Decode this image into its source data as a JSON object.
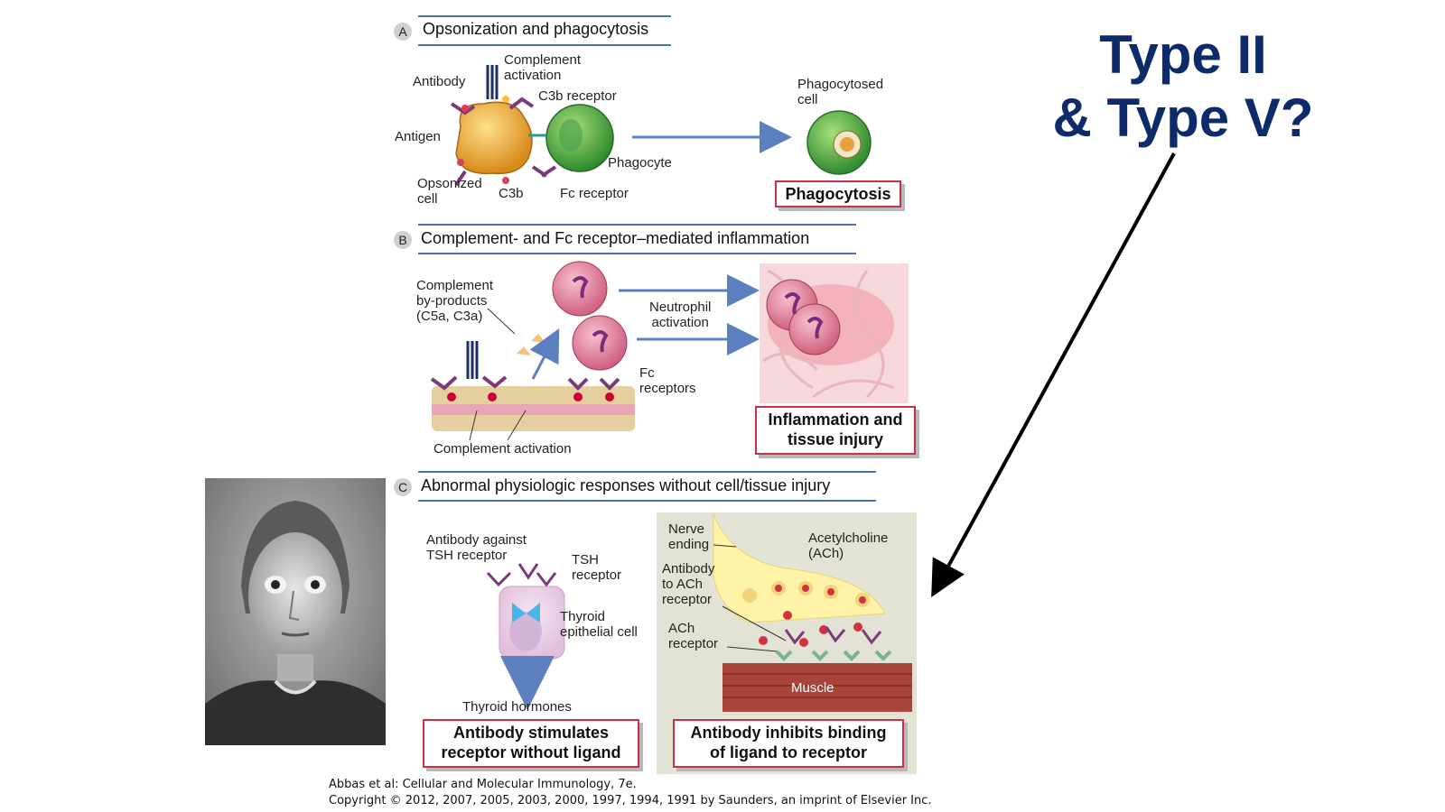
{
  "slide_title": {
    "line1": "Type II",
    "line2": "& Type V?"
  },
  "section_a": {
    "letter": "A",
    "title": "Opsonization and phagocytosis",
    "labels": {
      "complement_activation": "Complement\nactivation",
      "antibody": "Antibody",
      "c3b_receptor": "C3b receptor",
      "antigen": "Antigen",
      "phagocyte": "Phagocyte",
      "opsonized_cell": "Opsonized\ncell",
      "c3b": "C3b",
      "fc_receptor": "Fc receptor",
      "phagocytosed_cell": "Phagocytosed\ncell"
    },
    "result": "Phagocytosis"
  },
  "section_b": {
    "letter": "B",
    "title": "Complement- and Fc receptor–mediated inflammation",
    "labels": {
      "complement_byproducts": "Complement\nby-products\n(C5a, C3a)",
      "neutrophil_activation": "Neutrophil\nactivation",
      "fc_receptors": "Fc\nreceptors",
      "complement_activation": "Complement activation"
    },
    "result": "Inflammation and\ntissue injury"
  },
  "section_c": {
    "letter": "C",
    "title": "Abnormal physiologic responses without cell/tissue injury",
    "labels": {
      "antibody_against_tsh": "Antibody against\nTSH receptor",
      "tsh_receptor": "TSH\nreceptor",
      "thyroid_epithelial": "Thyroid\nepithelial cell",
      "thyroid_hormones": "Thyroid hormones",
      "nerve_ending": "Nerve\nending",
      "acetylcholine": "Acetylcholine\n(ACh)",
      "antibody_to_ach": "Antibody\nto ACh\nreceptor",
      "ach_receptor": "ACh\nreceptor",
      "muscle": "Muscle"
    },
    "result_left": "Antibody stimulates\nreceptor without ligand",
    "result_right": "Antibody inhibits binding\nof ligand to receptor"
  },
  "citation": {
    "line1": "Abbas et al: Cellular and Molecular Immunology, 7e.",
    "line2": "Copyright © 2012, 2007, 2005, 2003, 2000, 1997, 1994, 1991 by Saunders, an imprint of Elsevier Inc."
  },
  "colors": {
    "title": "#0d2a6b",
    "box_border": "#c9314a",
    "section_bar": "#4a73b0",
    "arrow": "#5b7fbf"
  }
}
